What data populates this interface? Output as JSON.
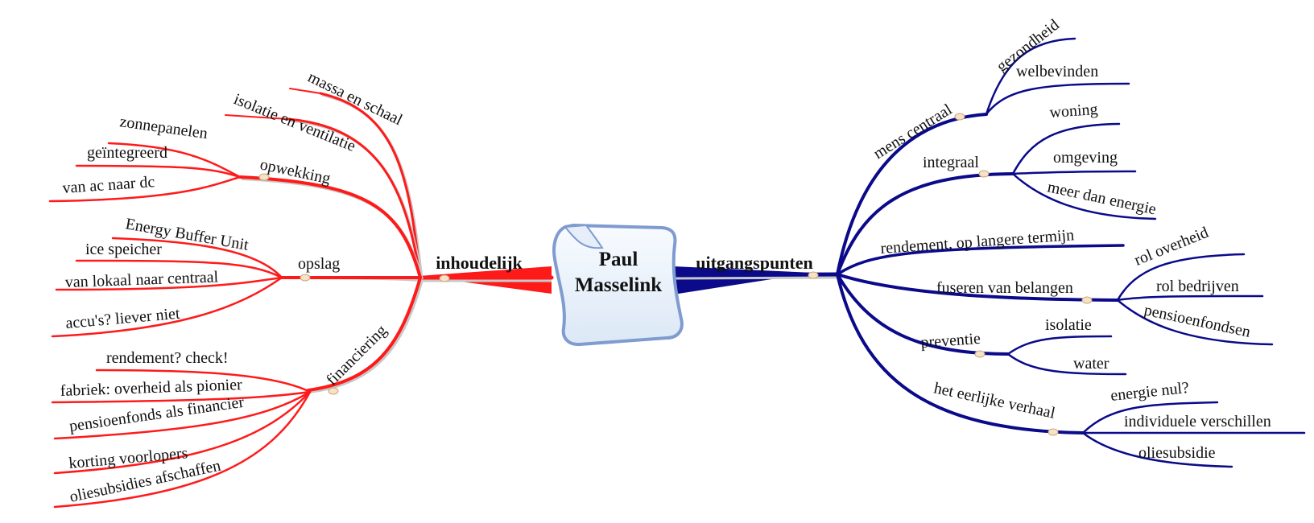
{
  "center": {
    "line1": "Paul",
    "line2": "Masselink"
  },
  "left": {
    "title": "inhoudelijk",
    "color": "#ff1a1a",
    "branches": {
      "massa": "massa en schaal",
      "isolatie": "isolatie en ventilatie",
      "opwekking": {
        "label": "opwekking",
        "children": [
          "zonnepanelen",
          "geïntegreerd",
          "van ac naar dc"
        ]
      },
      "opslag": {
        "label": "opslag",
        "children": [
          "Energy Buffer Unit",
          "ice speicher",
          "van lokaal naar centraal",
          "accu's? liever niet"
        ]
      },
      "financiering": {
        "label": "financiering",
        "children": [
          "rendement? check!",
          "fabriek: overheid als pionier",
          "pensioenfonds als financier",
          "korting voorlopers",
          "oliesubsidies afschaffen"
        ]
      }
    }
  },
  "right": {
    "title": "uitgangspunten",
    "color": "#0a0a8a",
    "branches": {
      "mens": {
        "label": "mens centraal",
        "children": [
          "gezondheid",
          "welbevinden"
        ]
      },
      "integraal": {
        "label": "integraal",
        "children": [
          "woning",
          "omgeving",
          "meer dan energie"
        ]
      },
      "rendement": "rendement, op langere termijn",
      "fuseren": {
        "label": "fuseren van belangen",
        "children": [
          "rol overheid",
          "rol bedrijven",
          "pensioenfondsen"
        ]
      },
      "preventie": {
        "label": "preventie",
        "children": [
          "isolatie",
          "water"
        ]
      },
      "verhaal": {
        "label": "het eerlijke verhaal",
        "children": [
          "energie nul?",
          "individuele verschillen",
          "oliesubsidie"
        ]
      }
    }
  }
}
